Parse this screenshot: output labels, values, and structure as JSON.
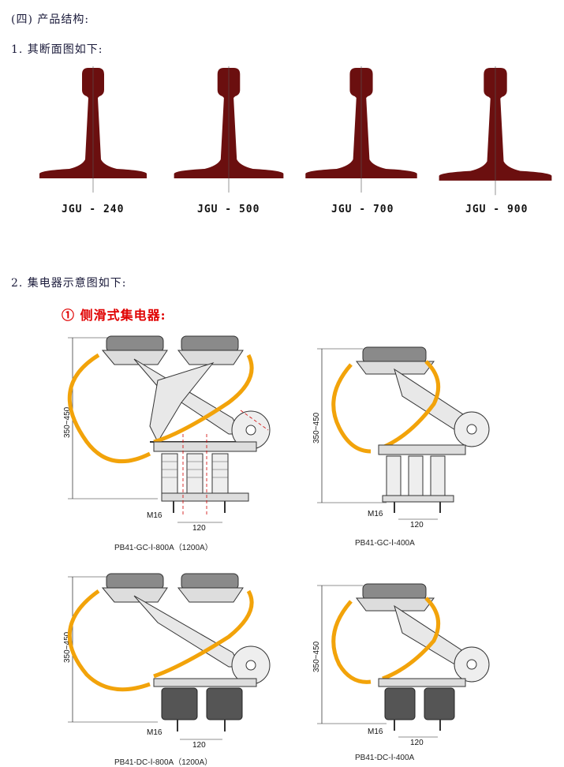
{
  "section": {
    "title": "(四) 产品结构:",
    "item1": "1.  其断面图如下:",
    "item2": "2.  集电器示意图如下:"
  },
  "rails": [
    {
      "label": "JGU - 240"
    },
    {
      "label": "JGU - 500"
    },
    {
      "label": "JGU - 700"
    },
    {
      "label": "JGU - 900"
    }
  ],
  "collector": {
    "subtitle": "① 侧滑式集电器:",
    "diagrams": [
      {
        "caption": "PB41-GC-Ⅰ-800A（1200A）",
        "height_label": "350~450",
        "bolt_label": "M16",
        "spacing_label": "120"
      },
      {
        "caption": "PB41-GC-Ⅰ-400A",
        "height_label": "350~450",
        "bolt_label": "M16",
        "spacing_label": "120"
      },
      {
        "caption": "PB41-DC-Ⅰ-800A（1200A）",
        "height_label": "350~450",
        "bolt_label": "M16",
        "spacing_label": "120"
      },
      {
        "caption": "PB41-DC-Ⅰ-400A",
        "height_label": "350~450",
        "bolt_label": "M16",
        "spacing_label": "120"
      }
    ]
  },
  "colors": {
    "rail": "#6b0f0f",
    "cable": "#f2a30a",
    "accent": "#e00000",
    "dash": "#d00000"
  }
}
